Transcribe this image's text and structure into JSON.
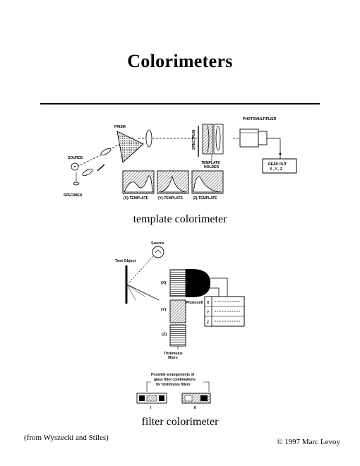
{
  "title": "Colorimeters",
  "figure1": {
    "caption": "template colorimeter",
    "labels": {
      "photomultiplier": "PHOTOMULTIPLIER",
      "prism": "PRISM",
      "spectrum": "SPECTRUM",
      "source": "SOURCE",
      "template_holder": "TEMPLATE\nHOLDER",
      "readout_line1": "READ OUT",
      "readout_line2": "X , Y , Z",
      "specimen": "SPECIMEN",
      "x_template": "(X)-TEMPLATE",
      "y_template": "(Y)-TEMPLATE",
      "z_template": "(Z)-TEMPLATE"
    }
  },
  "figure2": {
    "caption": "filter colorimeter",
    "labels": {
      "source": "Source",
      "test_object": "Test Object",
      "filter_x": "(X)",
      "filter_y": "(Y)",
      "filter_z": "(Z)",
      "photocell": "Photocell",
      "meter_x": "X",
      "meter_y": "Y",
      "meter_z": "Z",
      "tristimulus_line1": "Tristimulus",
      "tristimulus_line2": "filters",
      "arrangements_line1": "Possible arrangements of",
      "arrangements_line2": "glass filter combinations",
      "arrangements_line3": "for tristimulus filters",
      "arrangement_1": "I",
      "arrangement_2": "II"
    }
  },
  "credit": "(from Wyszecki and Stiles)",
  "copyright": "© 1997 Marc Levoy"
}
